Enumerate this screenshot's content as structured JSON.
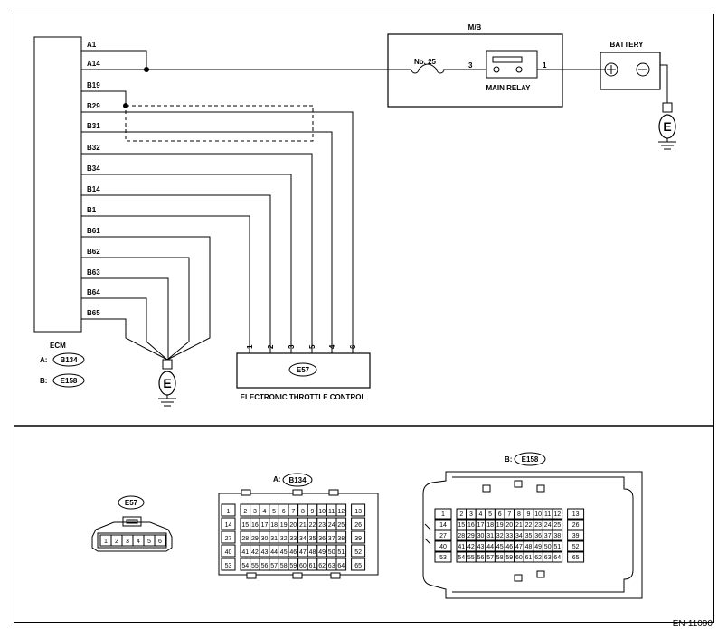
{
  "ecm": {
    "label": "ECM",
    "pins": [
      "A1",
      "A14",
      "B19",
      "B29",
      "B31",
      "B32",
      "B34",
      "B14",
      "B1",
      "B61",
      "B62",
      "B63",
      "B64",
      "B65"
    ],
    "conn_a_prefix": "A:",
    "conn_a": "B134",
    "conn_b_prefix": "B:",
    "conn_b": "E158"
  },
  "mb": {
    "label": "M/B",
    "fuse": "No. 25",
    "relay": "MAIN RELAY",
    "pin_left": "3",
    "pin_right": "1"
  },
  "battery": {
    "label": "BATTERY"
  },
  "ground": {
    "symbol": "E"
  },
  "throttle": {
    "connector": "E57",
    "label": "ELECTRONIC THROTTLE CONTROL",
    "pins": [
      "1",
      "2",
      "3",
      "5",
      "4",
      "6"
    ]
  },
  "connectors": {
    "e57": {
      "label": "E57",
      "pins": [
        "1",
        "2",
        "3",
        "4",
        "5",
        "6"
      ]
    },
    "b134": {
      "prefix": "A:",
      "label": "B134",
      "rows": [
        [
          "1",
          "2",
          "3",
          "4",
          "5",
          "6",
          "7",
          "8",
          "9",
          "10",
          "11",
          "12",
          "13"
        ],
        [
          "14",
          "15",
          "16",
          "17",
          "18",
          "19",
          "20",
          "21",
          "22",
          "23",
          "24",
          "25",
          "26"
        ],
        [
          "27",
          "28",
          "29",
          "30",
          "31",
          "32",
          "33",
          "34",
          "35",
          "36",
          "37",
          "38",
          "39"
        ],
        [
          "40",
          "41",
          "42",
          "43",
          "44",
          "45",
          "46",
          "47",
          "48",
          "49",
          "50",
          "51",
          "52"
        ],
        [
          "53",
          "54",
          "55",
          "56",
          "57",
          "58",
          "59",
          "60",
          "61",
          "62",
          "63",
          "64",
          "65"
        ]
      ]
    },
    "e158": {
      "prefix": "B:",
      "label": "E158",
      "rows": [
        [
          "1",
          "2",
          "3",
          "4",
          "5",
          "6",
          "7",
          "8",
          "9",
          "10",
          "11",
          "12",
          "13"
        ],
        [
          "14",
          "15",
          "16",
          "17",
          "18",
          "19",
          "20",
          "21",
          "22",
          "23",
          "24",
          "25",
          "26"
        ],
        [
          "27",
          "28",
          "29",
          "30",
          "31",
          "32",
          "33",
          "34",
          "35",
          "36",
          "37",
          "38",
          "39"
        ],
        [
          "40",
          "41",
          "42",
          "43",
          "44",
          "45",
          "46",
          "47",
          "48",
          "49",
          "50",
          "51",
          "52"
        ],
        [
          "53",
          "54",
          "55",
          "56",
          "57",
          "58",
          "59",
          "60",
          "61",
          "62",
          "63",
          "64",
          "65"
        ]
      ]
    }
  },
  "figure_id": "EN-11090"
}
